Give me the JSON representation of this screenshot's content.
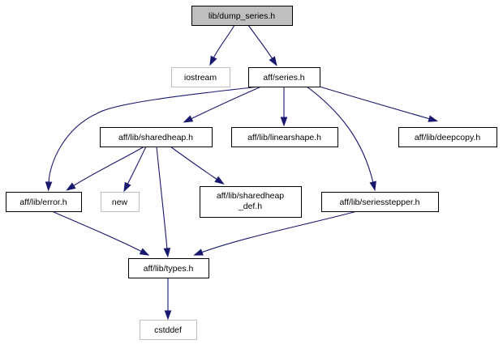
{
  "graph": {
    "colors": {
      "edge": "#191970",
      "root_fill": "#bfbfbf",
      "node_border": "#000000",
      "system_header_border": "#bfbfbf",
      "background": "#ffffff"
    },
    "nodes": {
      "dump_series": {
        "label": "lib/dump_series.h",
        "kind": "root"
      },
      "iostream": {
        "label": "iostream",
        "kind": "system"
      },
      "series": {
        "label": "aff/series.h",
        "kind": "file"
      },
      "sharedheap": {
        "label": "aff/lib/sharedheap.h",
        "kind": "file"
      },
      "linearshape": {
        "label": "aff/lib/linearshape.h",
        "kind": "file"
      },
      "deepcopy": {
        "label": "aff/lib/deepcopy.h",
        "kind": "file"
      },
      "error": {
        "label": "aff/lib/error.h",
        "kind": "file"
      },
      "new": {
        "label": "new",
        "kind": "system"
      },
      "sharedheap_def": {
        "label_lines": [
          "aff/lib/sharedheap",
          "_def.h"
        ],
        "kind": "file"
      },
      "seriesstepper": {
        "label": "aff/lib/seriesstepper.h",
        "kind": "file"
      },
      "types": {
        "label": "aff/lib/types.h",
        "kind": "file"
      },
      "cstddef": {
        "label": "cstddef",
        "kind": "system"
      }
    },
    "edges": [
      {
        "from": "dump_series",
        "to": "iostream"
      },
      {
        "from": "dump_series",
        "to": "series"
      },
      {
        "from": "series",
        "to": "error"
      },
      {
        "from": "series",
        "to": "sharedheap"
      },
      {
        "from": "series",
        "to": "linearshape"
      },
      {
        "from": "series",
        "to": "seriesstepper"
      },
      {
        "from": "series",
        "to": "deepcopy"
      },
      {
        "from": "sharedheap",
        "to": "error"
      },
      {
        "from": "sharedheap",
        "to": "new"
      },
      {
        "from": "sharedheap",
        "to": "sharedheap_def"
      },
      {
        "from": "sharedheap",
        "to": "types"
      },
      {
        "from": "error",
        "to": "types"
      },
      {
        "from": "seriesstepper",
        "to": "types"
      },
      {
        "from": "types",
        "to": "cstddef"
      }
    ]
  }
}
